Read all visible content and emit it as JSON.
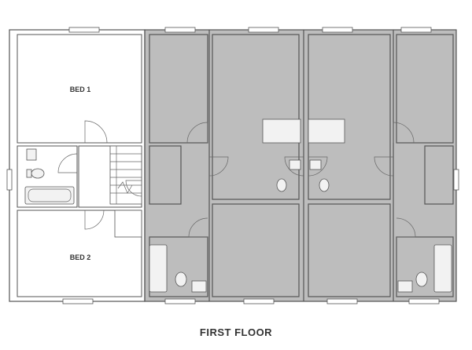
{
  "rooms": {
    "bed1": "BED 1",
    "bed2": "BED 2"
  },
  "caption": "FIRST FLOOR",
  "colors": {
    "shaded_units": "#bdbdbd",
    "walls": "#555555",
    "background": "#ffffff"
  }
}
